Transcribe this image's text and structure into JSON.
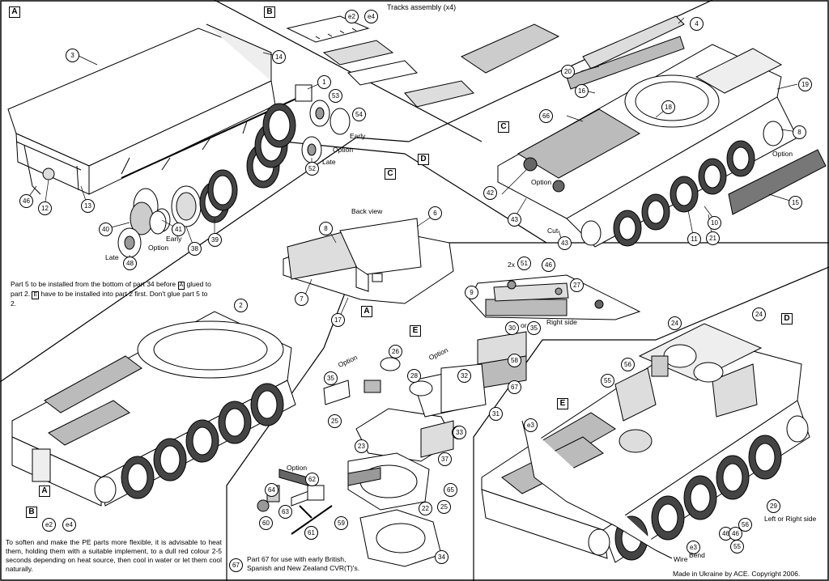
{
  "title": "Tracks assembly (x4)",
  "section_letters": [
    "A",
    "B",
    "C",
    "D",
    "E"
  ],
  "part_numbers": [
    "1",
    "2",
    "3",
    "4",
    "6",
    "7",
    "8",
    "9",
    "10",
    "11",
    "12",
    "13",
    "14",
    "15",
    "16",
    "17",
    "18",
    "19",
    "20",
    "21",
    "22",
    "23",
    "24",
    "25",
    "26",
    "27",
    "28",
    "29",
    "30",
    "31",
    "32",
    "33",
    "34",
    "35",
    "37",
    "38",
    "39",
    "40",
    "41",
    "42",
    "43",
    "46",
    "48",
    "51",
    "52",
    "53",
    "54",
    "55",
    "56",
    "58",
    "59",
    "60",
    "61",
    "62",
    "63",
    "64",
    "65",
    "66",
    "67",
    "e2",
    "e3",
    "e4"
  ],
  "labels": {
    "e2e4_top": "e2+e4",
    "e2e4_bottom": "e2+e4",
    "early_1": "Early",
    "option_1": "Option",
    "late_1": "Late",
    "early_2": "Early",
    "option_2": "Option",
    "late_2": "Late",
    "back_view": "Back view",
    "option_c1": "Option",
    "cut": "Cut",
    "option_d1": "Option",
    "twox51": "2x",
    "or": "or",
    "right_side": "Right side",
    "option_e1": "Option",
    "option_e2": "Option",
    "option_e3": "Option",
    "left_or_right": "Left or Right side",
    "bend": "Bend",
    "wire": "Wire"
  },
  "notes": {
    "part5_pre": "Part 5 to be installed from the bottom of part 34 before",
    "part5_mid1": "glued to part 2.",
    "part5_mid2": "have to be installed into part 2 first.",
    "part5_end": "Don't glue part 5 to 2.",
    "soften": "To soften and make the PE parts more flexible, it is advisable to heat them, holding them with a suitable implement, to a dull red colour 2-5 seconds depending on heat source, then cool in water or let them cool naturally.",
    "part67": "Part 67 for use with early British, Spanish and New Zealand CVR(T)'s.",
    "copyright": "Made in Ukraine by ACE. Copyright 2006."
  }
}
